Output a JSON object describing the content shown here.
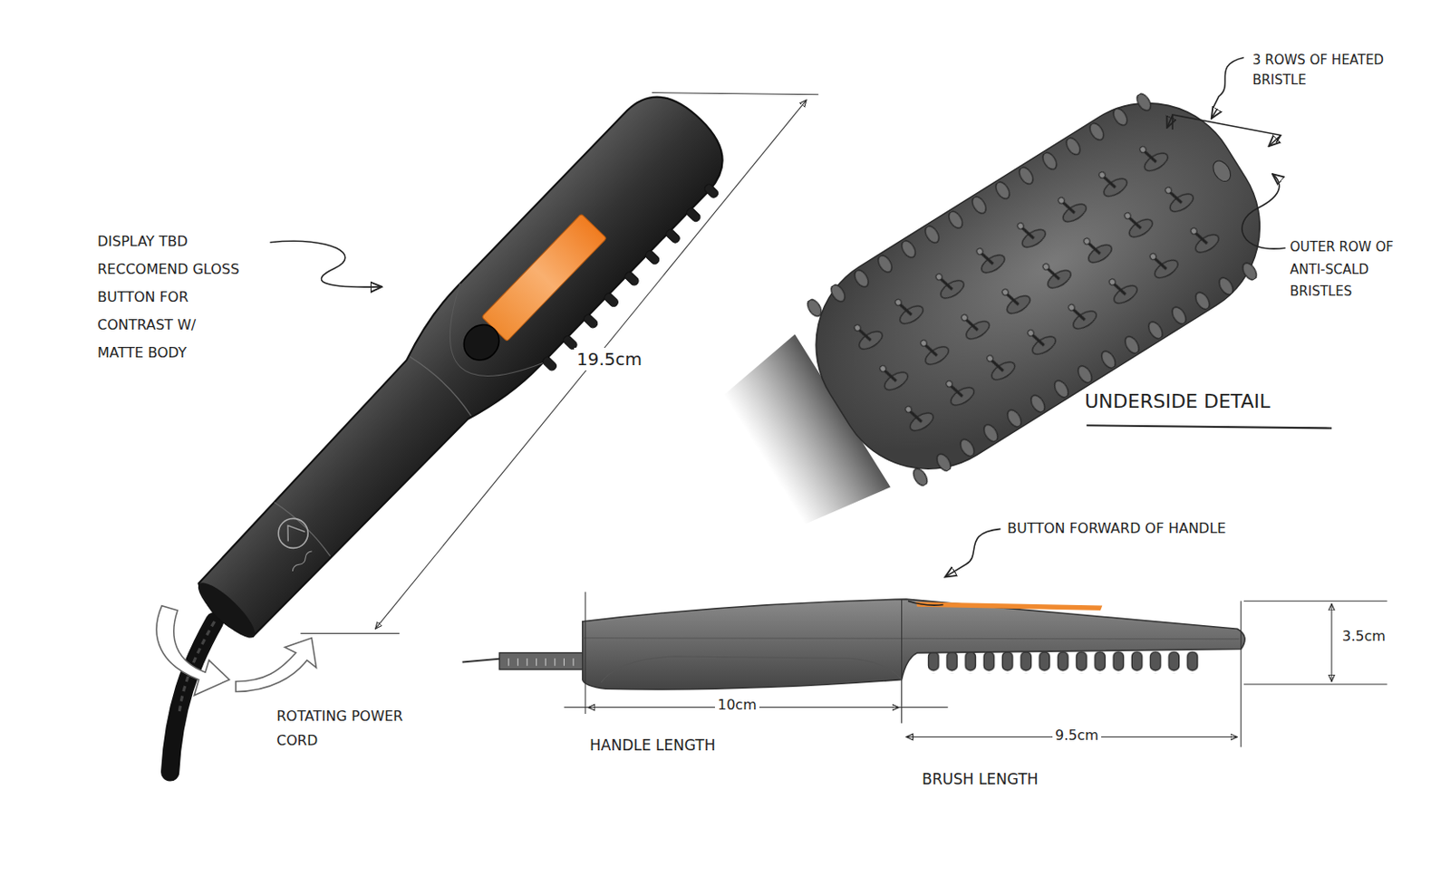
{
  "diagram": {
    "labels": [
      "3 ROWS OF HEATED BRISTLE",
      "DISPLAY TBD RECCOMEND GLOSS BUTTON FOR CONTRAST W/ MATTE BODY",
      "OUTER ROW OF ANTI-SCALD BRISTLES",
      "19.5cm",
      "UNDERSIDE DETAIL",
      "BUTTON FORWARD OF HANDLE",
      "3.5cm",
      "10cm",
      "HANDLE LENGTH",
      "9.5cm",
      "ROTATING POWER CORD",
      "BRUSH LENGTH"
    ]
  }
}
